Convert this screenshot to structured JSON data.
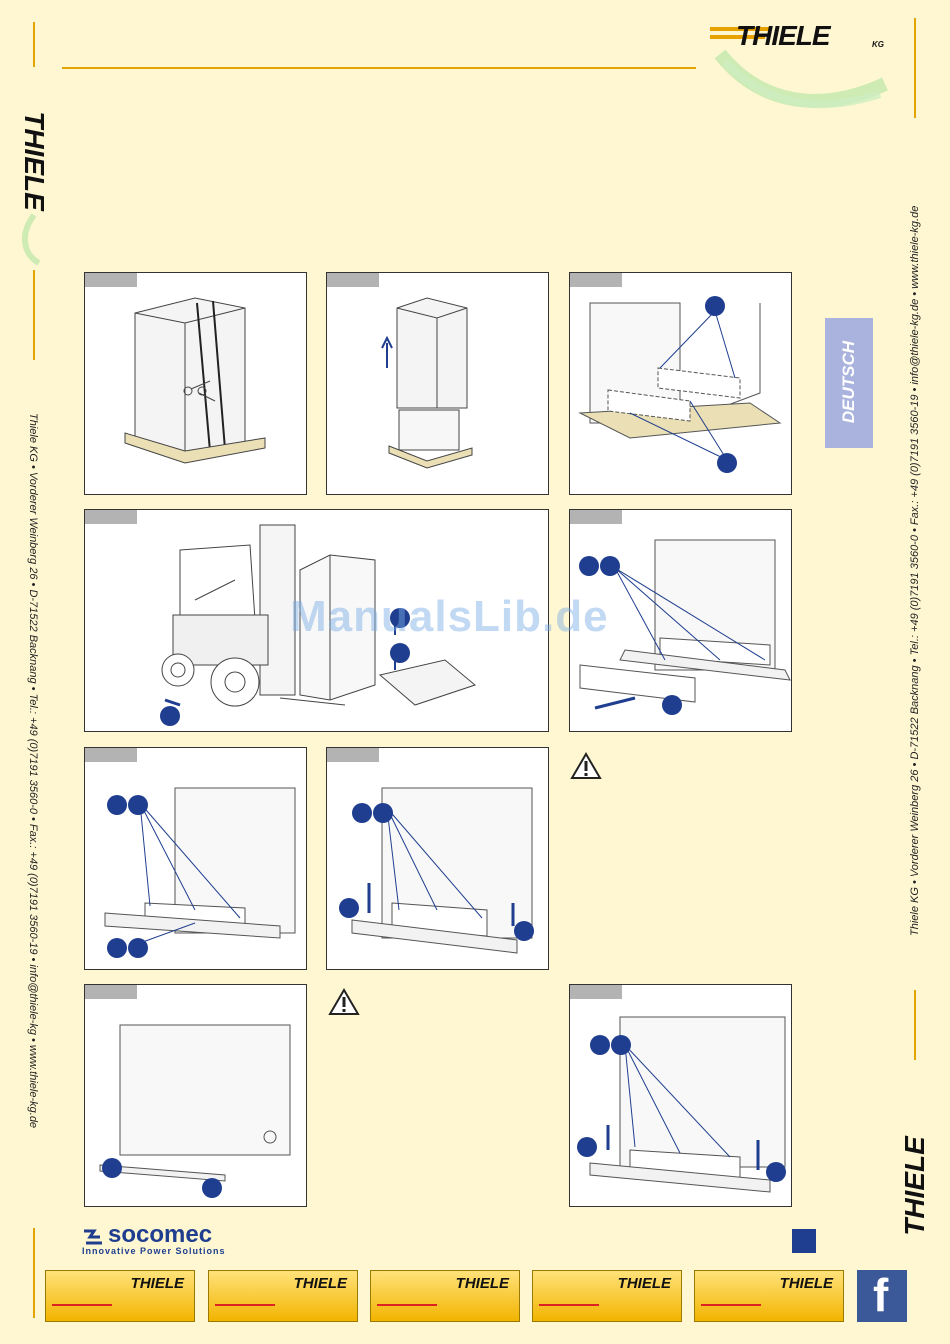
{
  "brand": {
    "name": "THIELE",
    "suffix": "KG"
  },
  "side_left_text": "Thiele KG • Vorderer Weinberg 26 • D-71522 Backnang • Tel.: +49 (0)7191 3560-0 • Fax.: +49 (0)7191 3560-19 • info@thiele-kg • www.thiele-kg.de",
  "side_right_text": "Thiele KG • Vorderer Weinberg 26 • D-71522 Backnang • Tel.: +49 (0)7191 3560-0 • Fax.: +49 (0)7191 3560-19 • info@thiele-kg.de • www.thiele-kg.de",
  "language_tab": "DEUTSCH",
  "watermark": "ManualsLib.de",
  "footer": {
    "company": "socomec",
    "tagline": "Innovative Power Solutions"
  },
  "warning_icon": "warning-triangle-icon",
  "footer_buttons": [
    {
      "label": "THIELE"
    },
    {
      "label": "THIELE"
    },
    {
      "label": "THIELE"
    },
    {
      "label": "THIELE"
    },
    {
      "label": "THIELE"
    }
  ],
  "social": {
    "icon": "facebook-icon",
    "label": "f"
  },
  "colors": {
    "background": "#fff7d2",
    "accent": "#e8a200",
    "callout": "#1f3e8f",
    "tab": "#a9b3de"
  }
}
